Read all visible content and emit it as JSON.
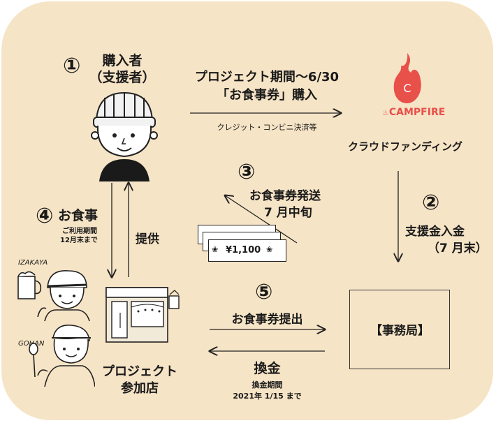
{
  "buyer": {
    "number": "①",
    "title": "購入者",
    "subtitle": "（支援者）"
  },
  "purchase": {
    "line1": "プロジェクト期間〜6/30",
    "line2": "「お食事券」購入",
    "note": "クレジット・コンビニ決済等"
  },
  "campfire": {
    "logo_text": "CAMPFIRE",
    "logo_letter": "C",
    "caption": "クラウドファンディング",
    "brand_color": "#e8504a"
  },
  "step2": {
    "number": "②",
    "line1": "支援金入金",
    "line2": "（7 月末）"
  },
  "step3": {
    "number": "③",
    "line1": "お食事券発送",
    "line2": "7 月中旬"
  },
  "ticket": {
    "value": "¥1,100"
  },
  "step4": {
    "number": "④",
    "title": "お食事",
    "note1": "ご利用期間",
    "note2": "12月末まで"
  },
  "provide": {
    "label": "提供"
  },
  "step5": {
    "number": "⑤",
    "label": "お食事券提出"
  },
  "office": {
    "label": "【事務局】"
  },
  "exchange": {
    "title": "換金",
    "note1": "換金期間",
    "note2": "2021年 1/15 まで"
  },
  "stores": {
    "izakaya": "IZAKAYA",
    "gohan": "GOHAN",
    "caption1": "プロジェクト",
    "caption2": "参加店"
  },
  "colors": {
    "background": "#f6e4c6",
    "accent": "#e8504a"
  }
}
